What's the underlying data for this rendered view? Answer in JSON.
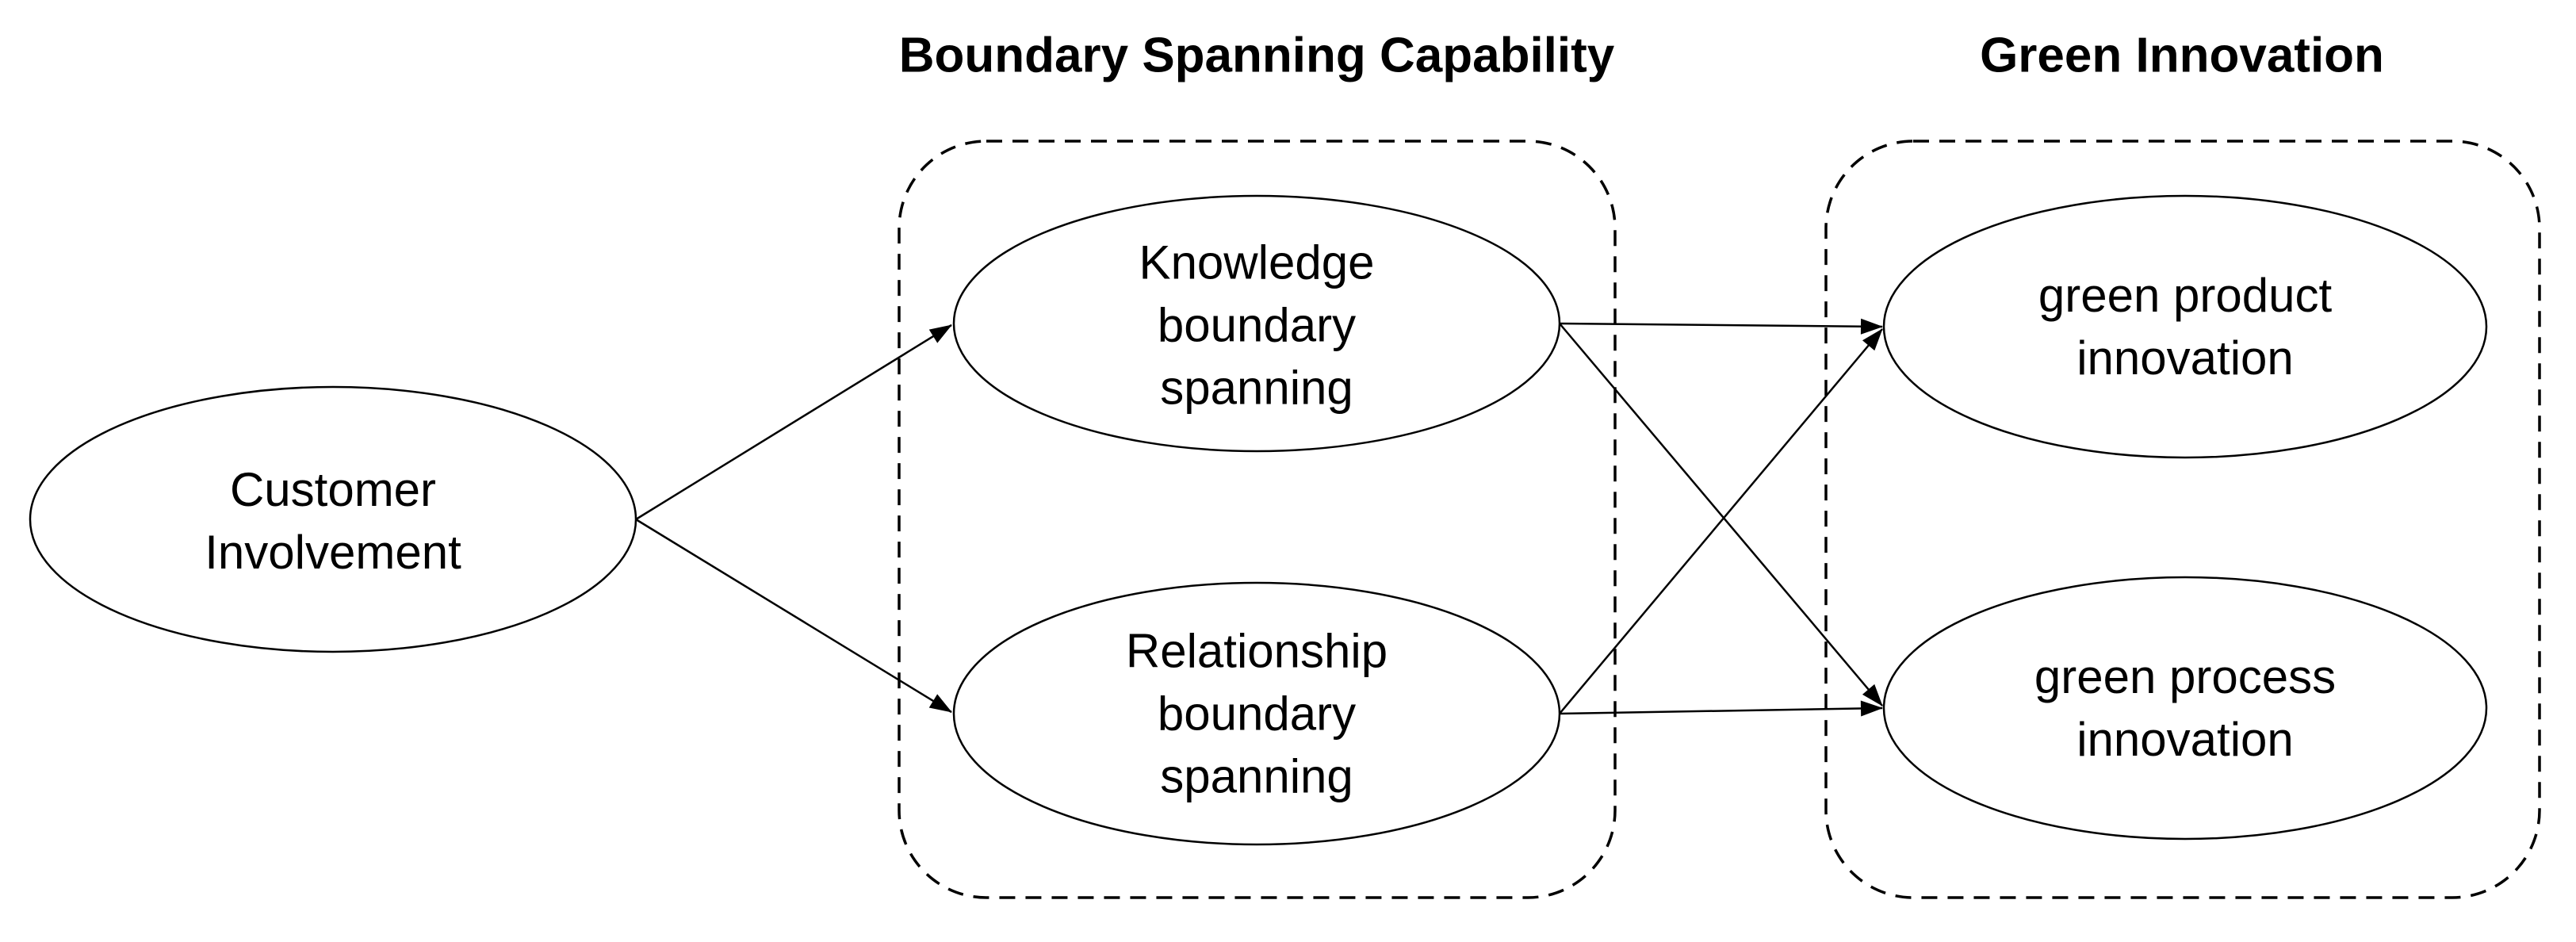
{
  "figure": {
    "background_color": "#ffffff",
    "line_color": "#000000",
    "text_color": "#000000"
  },
  "groups": {
    "boundary_spanning": {
      "title": "Boundary Spanning Capability"
    },
    "green_innovation": {
      "title": "Green Innovation"
    }
  },
  "nodes": {
    "customer_involvement": {
      "lines": [
        "Customer",
        "Involvement"
      ]
    },
    "knowledge_boundary_spanning": {
      "lines": [
        "Knowledge",
        "boundary",
        "spanning"
      ]
    },
    "relationship_boundary_spanning": {
      "lines": [
        "Relationship",
        "boundary",
        "spanning"
      ]
    },
    "green_product_innovation": {
      "lines": [
        "green product",
        "innovation"
      ]
    },
    "green_process_innovation": {
      "lines": [
        "green process",
        "innovation"
      ]
    }
  },
  "edges": [
    {
      "from": "customer_involvement",
      "to": "knowledge_boundary_spanning"
    },
    {
      "from": "customer_involvement",
      "to": "relationship_boundary_spanning"
    },
    {
      "from": "knowledge_boundary_spanning",
      "to": "green_product_innovation"
    },
    {
      "from": "knowledge_boundary_spanning",
      "to": "green_process_innovation"
    },
    {
      "from": "relationship_boundary_spanning",
      "to": "green_product_innovation"
    },
    {
      "from": "relationship_boundary_spanning",
      "to": "green_process_innovation"
    }
  ]
}
